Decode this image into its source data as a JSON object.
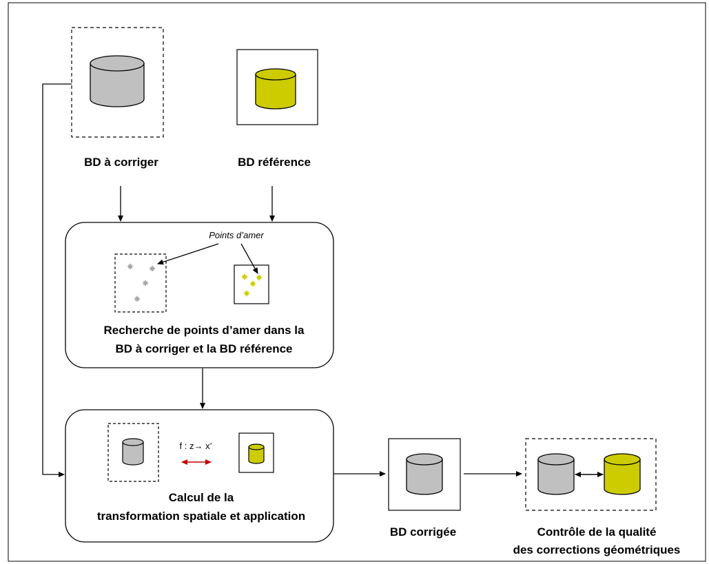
{
  "labels": {
    "bd_a_corriger": "BD à corriger",
    "bd_reference": "BD référence",
    "points_damer": "Points d’amer",
    "recherche_line1": "Recherche de points d’amer dans la",
    "recherche_line2": "BD à corriger et la BD référence",
    "formula": "f : z→ x’",
    "calcul_line1": "Calcul de la",
    "calcul_line2": "transformation spatiale et application",
    "bd_corrigee": "BD corrigée",
    "controle_line1": "Contrôle de la qualité",
    "controle_line2": "des corrections géométriques"
  },
  "colors": {
    "db_gray": "#c0c0c0",
    "db_yellow": "#cccc00",
    "point_gray": "#a6a6a6",
    "point_yellow": "#cccc00",
    "double_arrow_red": "#c00000"
  }
}
